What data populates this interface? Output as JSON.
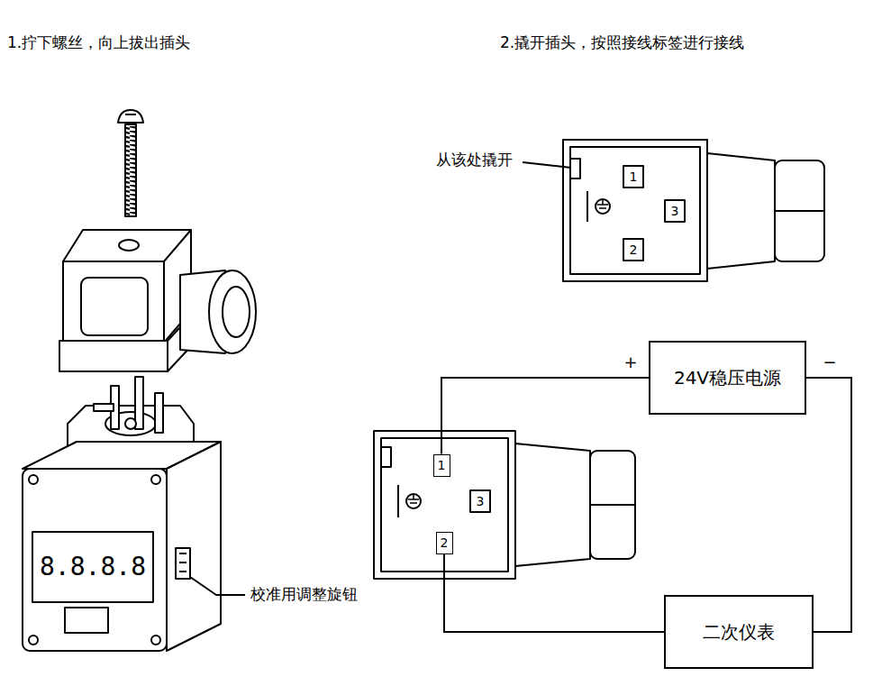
{
  "diagram": {
    "nodes": [
      {
        "text": [
          "24V稳压电源"
        ]
      },
      {
        "text": [
          "1"
        ]
      },
      {
        "text": [
          "2"
        ]
      },
      {
        "text": [
          "二次仪表"
        ]
      }
    ],
    "edges": [
      {
        "from": 1,
        "to": 0,
        "arrow": "none"
      },
      {
        "from": 0,
        "to": 3,
        "arrow": "none"
      },
      {
        "from": 3,
        "to": 2,
        "arrow": "none"
      }
    ],
    "labels": [
      "1.拧下螺丝，向上拔出插头",
      "2.撬开插头，按照接线标签进行接线",
      "8.8.8.8",
      "校准用调整旋钮",
      "从该处撬开",
      "1",
      "3",
      "2",
      "+",
      "−",
      "3"
    ]
  }
}
